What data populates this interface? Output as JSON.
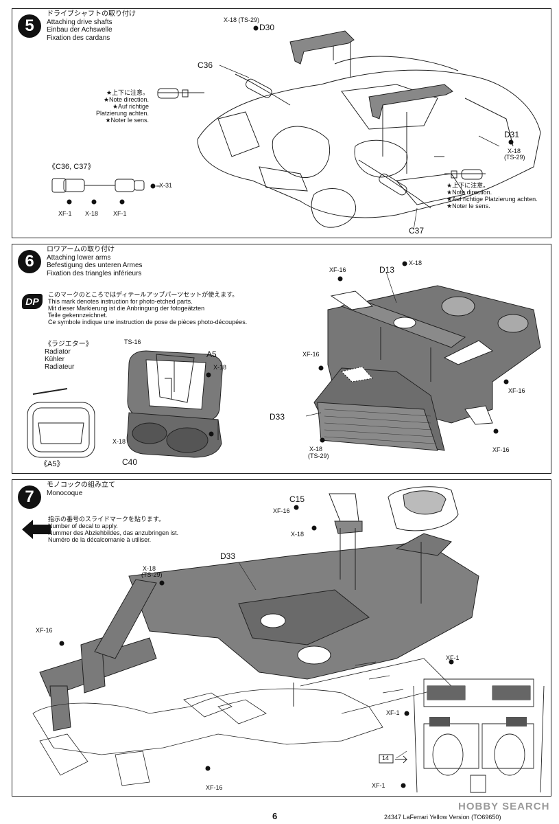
{
  "step5": {
    "number": "5",
    "title_ja": "ドライブシャフトの取り付け",
    "title_en": "Attaching drive shafts",
    "title_de": "Einbau der Achswelle",
    "title_fr": "Fixation des cardans",
    "note_left": [
      "★上下に注意。",
      "★Note direction.",
      "★Auf richtige",
      "Platzierung achten.",
      "★Noter le sens."
    ],
    "note_right": [
      "★上下に注意。",
      "★Note direction.",
      "★Auf richtige Platzierung achten.",
      "★Noter le sens."
    ],
    "labels": {
      "x18_ts29_top": "X-18 (TS-29)",
      "d30": "D30",
      "c36": "C36",
      "d31": "D31",
      "x18_right": "X-18",
      "ts29_right": "(TS-29)",
      "c37": "C37",
      "sub_title": "《C36, C37》",
      "x31": "X-31",
      "xf1_a": "XF-1",
      "x18_b": "X-18",
      "xf1_b": "XF-1"
    }
  },
  "step6": {
    "number": "6",
    "title_ja": "ロワアームの取り付け",
    "title_en": "Attaching lower arms",
    "title_de": "Befestigung des unteren Armes",
    "title_fr": "Fixation des triangles inférieurs",
    "dp_badge": "DP",
    "dp_note": [
      "このマークのところではディテールアップパーツセットが使えます。",
      "This mark denotes instruction for photo-etched parts.",
      "Mit dieser Markierung ist die Anbringung der fotogeätzten",
      "Teile gekennzeichnet.",
      "Ce symbole indique une instruction de pose de pièces photo-découpées."
    ],
    "radiator": [
      "《ラジエター》",
      "Radiator",
      "Kühler",
      "Radiateur"
    ],
    "labels": {
      "ts16": "TS-16",
      "a5": "A5",
      "x18_a": "X-18",
      "x18_b": "X-18",
      "c40": "C40",
      "a5_sub": "《A5》",
      "xf16_a": "XF-16",
      "d13": "D13",
      "x18_c": "X-18",
      "xf16_b": "XF-16",
      "xf16_c": "XF-16",
      "d33": "D33",
      "x18_d": "X-18",
      "ts29": "(TS-29)",
      "xf16_d": "XF-16"
    }
  },
  "step7": {
    "number": "7",
    "title_ja": "モノコックの組み立て",
    "title_en": "Monocoque",
    "decal_note": [
      "指示の番号のスライドマークを貼ります。",
      "Number of decal to apply.",
      "Nummer des Abziehbildes, das anzubringen ist.",
      "Numéro de la décalcomanie à utiliser."
    ],
    "labels": {
      "c15": "C15",
      "xf16_a": "XF-16",
      "x18_a": "X-18",
      "d33": "D33",
      "x18_b": "X-18",
      "ts29": "(TS-29)",
      "xf16_b": "XF-16",
      "xf16_c": "XF-16",
      "xf1_a": "XF-1",
      "xf1_b": "XF-1",
      "decal14": "14",
      "xf1_c": "XF-1"
    }
  },
  "footer": {
    "page_number": "6",
    "code": "24347 LaFerrari Yellow Version (TO69650)",
    "watermark": "HOBBY SEARCH"
  }
}
